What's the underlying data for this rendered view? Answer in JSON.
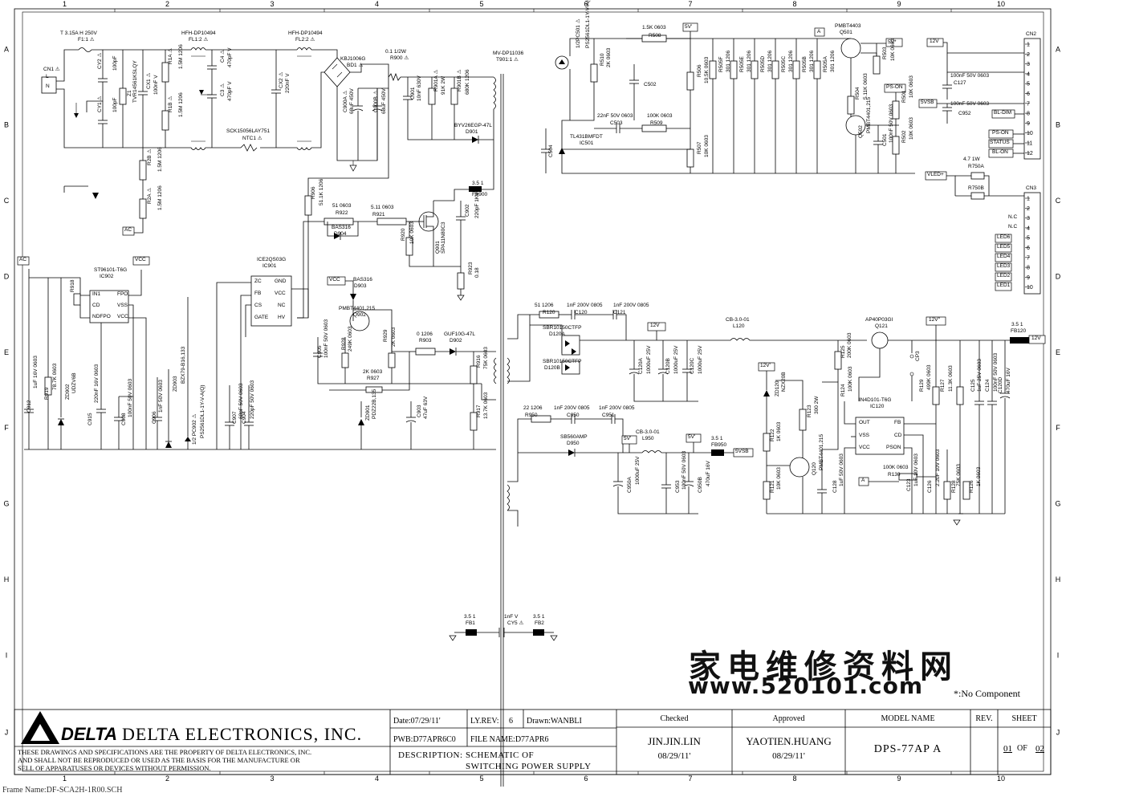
{
  "border": {
    "columns": [
      "1",
      "2",
      "3",
      "4",
      "5",
      "6",
      "7",
      "8",
      "9",
      "10"
    ],
    "rows": [
      "A",
      "B",
      "C",
      "D",
      "E",
      "F",
      "G",
      "H",
      "I",
      "J"
    ]
  },
  "labels": [
    {
      "id": "f1",
      "t": "T 3.15A H 250V"
    },
    {
      "id": "f1b",
      "t": "F1:1 ⚠"
    },
    {
      "id": "fl1",
      "t": "HFH-DP10494"
    },
    {
      "id": "fl1b",
      "t": "FL1:2 ⚠"
    },
    {
      "id": "fl2",
      "t": "HFH-DP10494"
    },
    {
      "id": "fl2b",
      "t": "FL2:2 ⚠"
    },
    {
      "id": "cn1",
      "t": "CN1 ⚠"
    },
    {
      "id": "cn1l",
      "t": "L"
    },
    {
      "id": "cn1n",
      "t": "N"
    },
    {
      "id": "cy2",
      "t": "CY2 ⚠"
    },
    {
      "id": "cy2v",
      "t": "100pF"
    },
    {
      "id": "cy1",
      "t": "CY1 ⚠"
    },
    {
      "id": "cy1v",
      "t": "100pF"
    },
    {
      "id": "z1",
      "t": "Z1"
    },
    {
      "id": "z1v",
      "t": "TVR14561KSLQY"
    },
    {
      "id": "cx1",
      "t": "CX1 ⚠"
    },
    {
      "id": "cx1v",
      "t": "100nF V"
    },
    {
      "id": "r1a",
      "t": "R1A ⚠"
    },
    {
      "id": "r1av",
      "t": "1.5M 1206"
    },
    {
      "id": "r1b",
      "t": "R1B ⚠"
    },
    {
      "id": "r1bv",
      "t": "1.5M 1206"
    },
    {
      "id": "r2b",
      "t": "R2B ⚠"
    },
    {
      "id": "r2bv",
      "t": "1.5M 1206"
    },
    {
      "id": "r2a",
      "t": "R2A ⚠"
    },
    {
      "id": "r2av",
      "t": "1.5M 1206"
    },
    {
      "id": "c4",
      "t": "C4 ⚠"
    },
    {
      "id": "c4v",
      "t": "470pF V"
    },
    {
      "id": "c3",
      "t": "C3 ⚠"
    },
    {
      "id": "c3v",
      "t": "470pF V"
    },
    {
      "id": "ntc",
      "t": "SCK15056LAY751"
    },
    {
      "id": "ntcb",
      "t": "NTC1 ⚠"
    },
    {
      "id": "cx2",
      "t": "CX2 ⚠"
    },
    {
      "id": "cx2v",
      "t": "220nF V"
    },
    {
      "id": "bd1",
      "t": "KBJ1006G"
    },
    {
      "id": "bd1b",
      "t": "BD1 ⚠"
    },
    {
      "id": "r900",
      "t": "0.1 1/2W"
    },
    {
      "id": "r900b",
      "t": "R900 ⚠"
    },
    {
      "id": "c900a",
      "t": "C900A ⚠"
    },
    {
      "id": "c900av",
      "t": "68uF 450V"
    },
    {
      "id": "c900b",
      "t": "C900B ⚠"
    },
    {
      "id": "c900bv",
      "t": "68uF 450V"
    },
    {
      "id": "c901",
      "t": "C901"
    },
    {
      "id": "c901v",
      "t": "10nF 630V"
    },
    {
      "id": "r901a",
      "t": "R901A ⚠"
    },
    {
      "id": "r901av",
      "t": "91K 2W"
    },
    {
      "id": "r901b",
      "t": "R901B ⚠"
    },
    {
      "id": "r901bv",
      "t": "680K 1206"
    },
    {
      "id": "t901",
      "t": "MV-DP11036"
    },
    {
      "id": "t901b",
      "t": "T901:1 ⚠"
    },
    {
      "id": "d901",
      "t": "BYV26EGP-47L"
    },
    {
      "id": "d901b",
      "t": "D901"
    },
    {
      "id": "fb900",
      "t": "3.5 1"
    },
    {
      "id": "fb900b",
      "t": "FB900"
    },
    {
      "id": "r906",
      "t": "R906"
    },
    {
      "id": "r906v",
      "t": "51.1K 1206"
    },
    {
      "id": "r922",
      "t": "51 0603"
    },
    {
      "id": "r922b",
      "t": "R922"
    },
    {
      "id": "r921",
      "t": "5.11 0603"
    },
    {
      "id": "r921b",
      "t": "R921"
    },
    {
      "id": "d904",
      "t": "BAS316"
    },
    {
      "id": "d904b",
      "t": "D904"
    },
    {
      "id": "q901",
      "t": "Q901"
    },
    {
      "id": "q901v",
      "t": "SPA11N80C3"
    },
    {
      "id": "c902",
      "t": "C902"
    },
    {
      "id": "c902v",
      "t": "220pF 1KV K"
    },
    {
      "id": "r920",
      "t": "R920"
    },
    {
      "id": "r920v",
      "t": "10K 0603"
    },
    {
      "id": "r923",
      "t": "R923"
    },
    {
      "id": "r923v",
      "t": "0.18"
    },
    {
      "id": "ac1",
      "t": "AC"
    },
    {
      "id": "ac2",
      "t": "AC"
    },
    {
      "id": "vcc1",
      "t": "VCC"
    },
    {
      "id": "vcc2",
      "t": "VCC"
    },
    {
      "id": "ic902",
      "t": "ST96101-T6G"
    },
    {
      "id": "ic902b",
      "t": "IC902"
    },
    {
      "id": "ic902p1",
      "t": "IN1"
    },
    {
      "id": "ic902p2",
      "t": "CD"
    },
    {
      "id": "ic902p3",
      "t": "NDFPO"
    },
    {
      "id": "ic902p4",
      "t": "FPO"
    },
    {
      "id": "ic902p5",
      "t": "VSS"
    },
    {
      "id": "ic902p6",
      "t": "VCC"
    },
    {
      "id": "ic901",
      "t": "ICE2QS03G"
    },
    {
      "id": "ic901b",
      "t": "IC901"
    },
    {
      "id": "ic901p1",
      "t": "ZC"
    },
    {
      "id": "ic901p2",
      "t": "FB"
    },
    {
      "id": "ic901p3",
      "t": "CS"
    },
    {
      "id": "ic901p4",
      "t": "GATE"
    },
    {
      "id": "ic901p5",
      "t": "GND"
    },
    {
      "id": "ic901p6",
      "t": "VCC"
    },
    {
      "id": "ic901p7",
      "t": "NC"
    },
    {
      "id": "ic901p8",
      "t": "HV"
    },
    {
      "id": "r918",
      "t": "R918"
    },
    {
      "id": "d903",
      "t": "BAS316"
    },
    {
      "id": "d903b",
      "t": "D903"
    },
    {
      "id": "q902",
      "t": "PMBT4401,215"
    },
    {
      "id": "q902b",
      "t": "Q902"
    },
    {
      "id": "r928",
      "t": "R928"
    },
    {
      "id": "r928v",
      "t": "249K 0603"
    },
    {
      "id": "r929",
      "t": "R929"
    },
    {
      "id": "r929v",
      "t": "2K 0603"
    },
    {
      "id": "r927",
      "t": "2K 0603"
    },
    {
      "id": "r927b",
      "t": "R927"
    },
    {
      "id": "r903",
      "t": "0 1206"
    },
    {
      "id": "r903b",
      "t": "R903"
    },
    {
      "id": "d902",
      "t": "GUF10G-47L"
    },
    {
      "id": "d902b",
      "t": "D902"
    },
    {
      "id": "r916",
      "t": "R916"
    },
    {
      "id": "r916v",
      "t": "75K 0603"
    },
    {
      "id": "r917",
      "t": "R917"
    },
    {
      "id": "r917v",
      "t": "13.7K 0603"
    },
    {
      "id": "c903",
      "t": "C903"
    },
    {
      "id": "c903v",
      "t": "47uF 63V"
    },
    {
      "id": "zd901",
      "t": "ZD901"
    },
    {
      "id": "zd901v",
      "t": "PDZ22B,135"
    },
    {
      "id": "c905",
      "t": "C905"
    },
    {
      "id": "c905v",
      "t": "100nF 50V 0603"
    },
    {
      "id": "c912",
      "t": "C912"
    },
    {
      "id": "c912v",
      "t": "1uF 16V 0603"
    },
    {
      "id": "r919",
      "t": "R919"
    },
    {
      "id": "r919v",
      "t": "78.7K 0603"
    },
    {
      "id": "zd902",
      "t": "ZD902"
    },
    {
      "id": "zd902v",
      "t": "UDZV6B"
    },
    {
      "id": "c915",
      "t": "C915"
    },
    {
      "id": "c915v",
      "t": "220nF 16V 0603"
    },
    {
      "id": "c908",
      "t": "C908"
    },
    {
      "id": "c908v",
      "t": "100nF 50V 0603"
    },
    {
      "id": "c906",
      "t": "C906"
    },
    {
      "id": "c906v",
      "t": "1nF 50V 0603"
    },
    {
      "id": "zd903",
      "t": "ZD903"
    },
    {
      "id": "zd903v",
      "t": "BZX79-B16,133"
    },
    {
      "id": "pc902",
      "t": "1/2 PC902 ⚠"
    },
    {
      "id": "pc902v",
      "t": "PS2561DL1-1Y-V-A(Q)"
    },
    {
      "id": "c907",
      "t": "C907"
    },
    {
      "id": "c907v",
      "t": "68pF 50V 0603"
    },
    {
      "id": "c904",
      "t": "C904"
    },
    {
      "id": "c904v",
      "t": "220pF 50V 0603"
    },
    {
      "id": "pc501",
      "t": "1/2PC501 ⚠"
    },
    {
      "id": "pc501v",
      "t": "PS2561DL1-1Y-V-A(Q)"
    },
    {
      "id": "r510",
      "t": "R510"
    },
    {
      "id": "r510v",
      "t": "2K 0603"
    },
    {
      "id": "r508",
      "t": "1.5K 0603"
    },
    {
      "id": "r508b",
      "t": "R508"
    },
    {
      "id": "v5a",
      "t": "5V'"
    },
    {
      "id": "c502",
      "t": "C502"
    },
    {
      "id": "c503",
      "t": "22nF 50V 0603"
    },
    {
      "id": "c503b",
      "t": "C503"
    },
    {
      "id": "r509",
      "t": "100K 0603"
    },
    {
      "id": "r509b",
      "t": "R509"
    },
    {
      "id": "ic501",
      "t": "TL431BMFDT"
    },
    {
      "id": "ic501b",
      "t": "IC501"
    },
    {
      "id": "c504",
      "t": "C504"
    },
    {
      "id": "r506",
      "t": "R506"
    },
    {
      "id": "r506v",
      "t": "10.5K 0603"
    },
    {
      "id": "r507",
      "t": "R507"
    },
    {
      "id": "r507v",
      "t": "10K 0603"
    },
    {
      "id": "r505f",
      "t": "R505F"
    },
    {
      "id": "r505fv",
      "t": "301 1206"
    },
    {
      "id": "r505e",
      "t": "R505E"
    },
    {
      "id": "r505ev",
      "t": "301 1206"
    },
    {
      "id": "r505d",
      "t": "R505D"
    },
    {
      "id": "r505dv",
      "t": "301 1206"
    },
    {
      "id": "r505c",
      "t": "R505C"
    },
    {
      "id": "r505cv",
      "t": "301 1206"
    },
    {
      "id": "r505b",
      "t": "R505B"
    },
    {
      "id": "r505bv",
      "t": "301 1206"
    },
    {
      "id": "r505a",
      "t": "R505A"
    },
    {
      "id": "r505av",
      "t": "301 1206"
    },
    {
      "id": "aTag",
      "t": "A"
    },
    {
      "id": "q501",
      "t": "PMBT4403"
    },
    {
      "id": "q501b",
      "t": "Q501"
    },
    {
      "id": "v5b",
      "t": "5V*"
    },
    {
      "id": "r503",
      "t": "R503"
    },
    {
      "id": "r503v",
      "t": "10K 0603"
    },
    {
      "id": "r504",
      "t": "R504"
    },
    {
      "id": "r504v",
      "t": "5.11K 0603"
    },
    {
      "id": "pson1",
      "t": "PS-ON"
    },
    {
      "id": "r501",
      "t": "R501"
    },
    {
      "id": "r501v",
      "t": "10K 0603"
    },
    {
      "id": "q502",
      "t": "Q502"
    },
    {
      "id": "q502v",
      "t": "PMBT4401,215"
    },
    {
      "id": "c501",
      "t": "C501"
    },
    {
      "id": "c501v",
      "t": "100nF 50V 0603"
    },
    {
      "id": "r502",
      "t": "R502"
    },
    {
      "id": "r502v",
      "t": "10K 0603"
    },
    {
      "id": "v12a",
      "t": "12V"
    },
    {
      "id": "cn2",
      "t": "CN2"
    },
    {
      "id": "c127",
      "t": "100nF 50V 0603"
    },
    {
      "id": "c127b",
      "t": "C127"
    },
    {
      "id": "v5sb1",
      "t": "5VSB"
    },
    {
      "id": "c952",
      "t": "100nF 50V 0603"
    },
    {
      "id": "c952b",
      "t": "C952"
    },
    {
      "id": "bldim",
      "t": "BL-DIM"
    },
    {
      "id": "pson2",
      "t": "PS-ON"
    },
    {
      "id": "status",
      "t": "STATUS"
    },
    {
      "id": "blon",
      "t": "BL-ON"
    },
    {
      "id": "r750a",
      "t": "4.7 1W"
    },
    {
      "id": "r750ab",
      "t": "R750A"
    },
    {
      "id": "r750b",
      "t": "R750B"
    },
    {
      "id": "vled",
      "t": "VLED+"
    },
    {
      "id": "cn3",
      "t": "CN3"
    },
    {
      "id": "nc1",
      "t": "N.C"
    },
    {
      "id": "nc2",
      "t": "N.C"
    },
    {
      "id": "led6",
      "t": "LED6"
    },
    {
      "id": "led5",
      "t": "LED5"
    },
    {
      "id": "led4",
      "t": "LED4"
    },
    {
      "id": "led3",
      "t": "LED3"
    },
    {
      "id": "led2",
      "t": "LED2"
    },
    {
      "id": "led1",
      "t": "LED1"
    },
    {
      "id": "r120",
      "t": "51 1206"
    },
    {
      "id": "r120b",
      "t": "R120"
    },
    {
      "id": "c120",
      "t": "1nF 200V 0805"
    },
    {
      "id": "c120b",
      "t": "C120"
    },
    {
      "id": "c121",
      "t": "1nF 200V 0805"
    },
    {
      "id": "c121b",
      "t": "C121"
    },
    {
      "id": "d120a",
      "t": "SBR10150CTFP"
    },
    {
      "id": "d120ab",
      "t": "D120A"
    },
    {
      "id": "d120b",
      "t": "SBR10150CTFP"
    },
    {
      "id": "d120bb",
      "t": "D120B"
    },
    {
      "id": "v12b",
      "t": "12V"
    },
    {
      "id": "c120a",
      "t": "C120A"
    },
    {
      "id": "c120av",
      "t": "1000uF 25V"
    },
    {
      "id": "c120bc",
      "t": "C120B"
    },
    {
      "id": "c120bv",
      "t": "1000uF 25V"
    },
    {
      "id": "c120c",
      "t": "C120C"
    },
    {
      "id": "c120cv",
      "t": "1000uF 25V"
    },
    {
      "id": "l120",
      "t": "CB-3.0-01"
    },
    {
      "id": "l120b",
      "t": "L120"
    },
    {
      "id": "q121",
      "t": "AP40P03GI"
    },
    {
      "id": "q121b",
      "t": "Q121"
    },
    {
      "id": "v12c",
      "t": "12V''"
    },
    {
      "id": "fb120",
      "t": "3.5 1"
    },
    {
      "id": "fb120b",
      "t": "FB120"
    },
    {
      "id": "v12d",
      "t": "12V"
    },
    {
      "id": "r125",
      "t": "R125"
    },
    {
      "id": "r125v",
      "t": "200K 0603"
    },
    {
      "id": "cp3",
      "t": "CP3"
    },
    {
      "id": "v12e",
      "t": "12V'"
    },
    {
      "id": "zd120",
      "t": "ZD120"
    },
    {
      "id": "zd120v",
      "t": "NZX20B"
    },
    {
      "id": "r124",
      "t": "R124"
    },
    {
      "id": "r124v",
      "t": "100K 0603"
    },
    {
      "id": "r129",
      "t": "R129"
    },
    {
      "id": "r129v",
      "t": "499K 0603"
    },
    {
      "id": "r127",
      "t": "R127"
    },
    {
      "id": "r127v",
      "t": "11.3K 0603"
    },
    {
      "id": "c125",
      "t": "C125"
    },
    {
      "id": "c125v",
      "t": "1uF 25V 0603"
    },
    {
      "id": "c124",
      "t": "C124"
    },
    {
      "id": "c124v",
      "t": "100nF 50V 0603"
    },
    {
      "id": "c120d",
      "t": "C120D"
    },
    {
      "id": "c120dv",
      "t": "470uF 16V"
    },
    {
      "id": "ic120",
      "t": "IN4D101-T6G"
    },
    {
      "id": "ic120b",
      "t": "IC120"
    },
    {
      "id": "ic120p1",
      "t": "OUT"
    },
    {
      "id": "ic120p2",
      "t": "VSS"
    },
    {
      "id": "ic120p3",
      "t": "VCC"
    },
    {
      "id": "ic120p4",
      "t": "FB"
    },
    {
      "id": "ic120p5",
      "t": "CD"
    },
    {
      "id": "ic120p6",
      "t": "PSON"
    },
    {
      "id": "r123",
      "t": "R123"
    },
    {
      "id": "r123v",
      "t": "300 2W"
    },
    {
      "id": "r122",
      "t": "R122"
    },
    {
      "id": "r122v",
      "t": "1K 0603"
    },
    {
      "id": "q120",
      "t": "Q120"
    },
    {
      "id": "q120v",
      "t": "PMBT4401,215"
    },
    {
      "id": "r121",
      "t": "R121"
    },
    {
      "id": "r121v",
      "t": "10K 0603"
    },
    {
      "id": "c128",
      "t": "C128"
    },
    {
      "id": "c128v",
      "t": "1uF 50V 0603"
    },
    {
      "id": "aTag2",
      "t": "A"
    },
    {
      "id": "r130",
      "t": "100K 0603"
    },
    {
      "id": "r130b",
      "t": "R130"
    },
    {
      "id": "c123",
      "t": "C123"
    },
    {
      "id": "c123v",
      "t": "1uF 10V 0603"
    },
    {
      "id": "c126",
      "t": "C126"
    },
    {
      "id": "c126v",
      "t": "2.2uF 10V 0603"
    },
    {
      "id": "r128",
      "t": "R128"
    },
    {
      "id": "r128v",
      "t": "75K 0603"
    },
    {
      "id": "r126",
      "t": "R126"
    },
    {
      "id": "r126v",
      "t": "1K 0603"
    },
    {
      "id": "r950",
      "t": "22 1206"
    },
    {
      "id": "r950b",
      "t": "R950"
    },
    {
      "id": "c950",
      "t": "1nF 200V 0805"
    },
    {
      "id": "c950b",
      "t": "C950"
    },
    {
      "id": "c951",
      "t": "1nF 200V 0805"
    },
    {
      "id": "c951b",
      "t": "C951"
    },
    {
      "id": "d950",
      "t": "SB560AMP"
    },
    {
      "id": "d950b",
      "t": "D950"
    },
    {
      "id": "v5c",
      "t": "5V'"
    },
    {
      "id": "l950",
      "t": "CB-3.0-01"
    },
    {
      "id": "l950b",
      "t": "L950"
    },
    {
      "id": "v5d",
      "t": "5V'"
    },
    {
      "id": "fb950",
      "t": "3.5 1"
    },
    {
      "id": "fb950b",
      "t": "FB950"
    },
    {
      "id": "v5sb2",
      "t": "5VSB"
    },
    {
      "id": "c950a",
      "t": "C950A"
    },
    {
      "id": "c950av",
      "t": "1000uF 25V"
    },
    {
      "id": "c953",
      "t": "C953"
    },
    {
      "id": "c953v",
      "t": "100nF 50V 0603"
    },
    {
      "id": "c950b2",
      "t": "C950B"
    },
    {
      "id": "c950b2v",
      "t": "470uF 16V"
    },
    {
      "id": "fb1",
      "t": "3.5 1"
    },
    {
      "id": "fb1b",
      "t": "FB1"
    },
    {
      "id": "cy5",
      "t": "1nF V"
    },
    {
      "id": "cy5b",
      "t": "CY5 ⚠"
    },
    {
      "id": "fb2",
      "t": "3.5 1"
    },
    {
      "id": "fb2b",
      "t": "FB2"
    }
  ],
  "watermark": {
    "chinese": "家电维修资料网",
    "url": "www.520101.com"
  },
  "no_component_note": "*:No Component",
  "title_block": {
    "company": "DELTA ELECTRONICS, INC.",
    "logo_text": "DELTA",
    "notice": [
      "THESE DRAWINGS AND SPECIFICATIONS ARE THE PROPERTY OF DELTA ELECTRONICS, INC.",
      "AND SHALL NOT BE REPRODUCED OR USED AS THE BASIS FOR THE MANUFACTURE OR",
      "SELL OF APPARATUSES OR DEVICES WITHOUT PERMISSION."
    ],
    "date": "Date:07/29/11'",
    "ly_rev_label": "LY.REV:",
    "ly_rev": "6",
    "drawn": "Drawn:WANBLI",
    "pwb": "PWB:D77APR6C0",
    "file_name": "FILE NAME:D77APR6",
    "description_label": "DESCRIPTION:",
    "description1": "SCHEMATIC OF",
    "description2": "SWITCHING POWER SUPPLY",
    "checked_label": "Checked",
    "checked_name": "JIN.JIN.LIN",
    "checked_date": "08/29/11'",
    "approved_label": "Approved",
    "approved_name": "YAOTIEN.HUANG",
    "approved_date": "08/29/11'",
    "model_label": "MODEL NAME",
    "model": "DPS-77AP A",
    "rev_label": "REV.",
    "sheet_label": "SHEET",
    "sheet_of_label": "OF",
    "sheet_no": "01",
    "sheet_total": "02"
  },
  "frame_name": "Frame Name:DF-SCA2H-1R00.SCH"
}
